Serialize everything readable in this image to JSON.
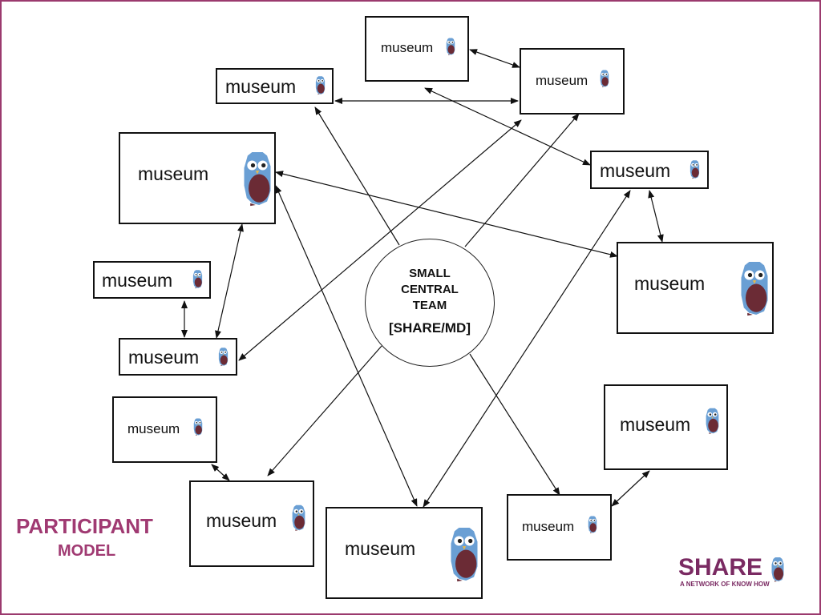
{
  "title": {
    "line1": "PARTICIPANT",
    "line2": "MODEL"
  },
  "center": {
    "lines": [
      "SMALL",
      "CENTRAL",
      "TEAM"
    ],
    "sub": "[SHARE/MD]"
  },
  "museum_label": "museum",
  "logo": {
    "word": "SHARE",
    "tagline": "A NETWORK OF KNOW HOW",
    "icon": "owl-icon"
  },
  "colors": {
    "accent": "#a03a72",
    "owl_body": "#6a9fd4",
    "owl_belly": "#6b2b35",
    "frame": "#9b3a6e"
  },
  "nodes": [
    {
      "id": "m1",
      "label": "museum"
    },
    {
      "id": "m2",
      "label": "museum"
    },
    {
      "id": "m3",
      "label": "museum"
    },
    {
      "id": "m4",
      "label": "museum"
    },
    {
      "id": "m5",
      "label": "museum"
    },
    {
      "id": "m6",
      "label": "museum"
    },
    {
      "id": "m7",
      "label": "museum"
    },
    {
      "id": "m8",
      "label": "museum"
    },
    {
      "id": "m9",
      "label": "museum"
    },
    {
      "id": "m10",
      "label": "museum"
    },
    {
      "id": "m11",
      "label": "museum"
    },
    {
      "id": "m12",
      "label": "museum"
    },
    {
      "id": "m13",
      "label": "museum"
    }
  ]
}
